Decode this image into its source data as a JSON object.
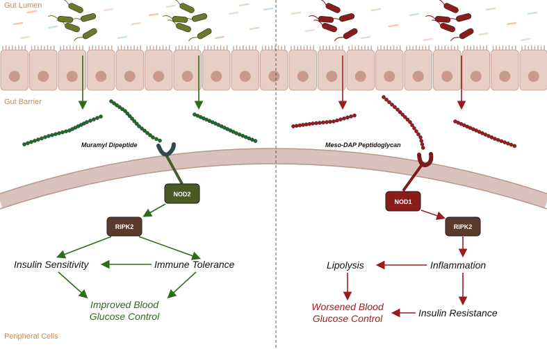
{
  "zones": {
    "lumen": "Gut Lumen",
    "barrier": "Gut Barrier",
    "peripheral": "Peripheral Cells"
  },
  "left": {
    "compound": "Muramyl Dipeptide",
    "receptor": "NOD2",
    "kinase": "RIPK2",
    "node_a": "Insulin Sensitivity",
    "node_b": "Immune Tolerance",
    "outcome_line1": "Improved Blood",
    "outcome_line2": "Glucose Control",
    "color": "#2e6b1a"
  },
  "right": {
    "compound": "Meso-DAP Peptidoglycan",
    "receptor": "NOD1",
    "kinase": "RIPK2",
    "node_a": "Lipolysis",
    "node_b": "Inflammation",
    "node_c": "Insulin Resistance",
    "outcome_line1": "Worsened Blood",
    "outcome_line2": "Glucose Control",
    "color": "#9b1c1c"
  }
}
